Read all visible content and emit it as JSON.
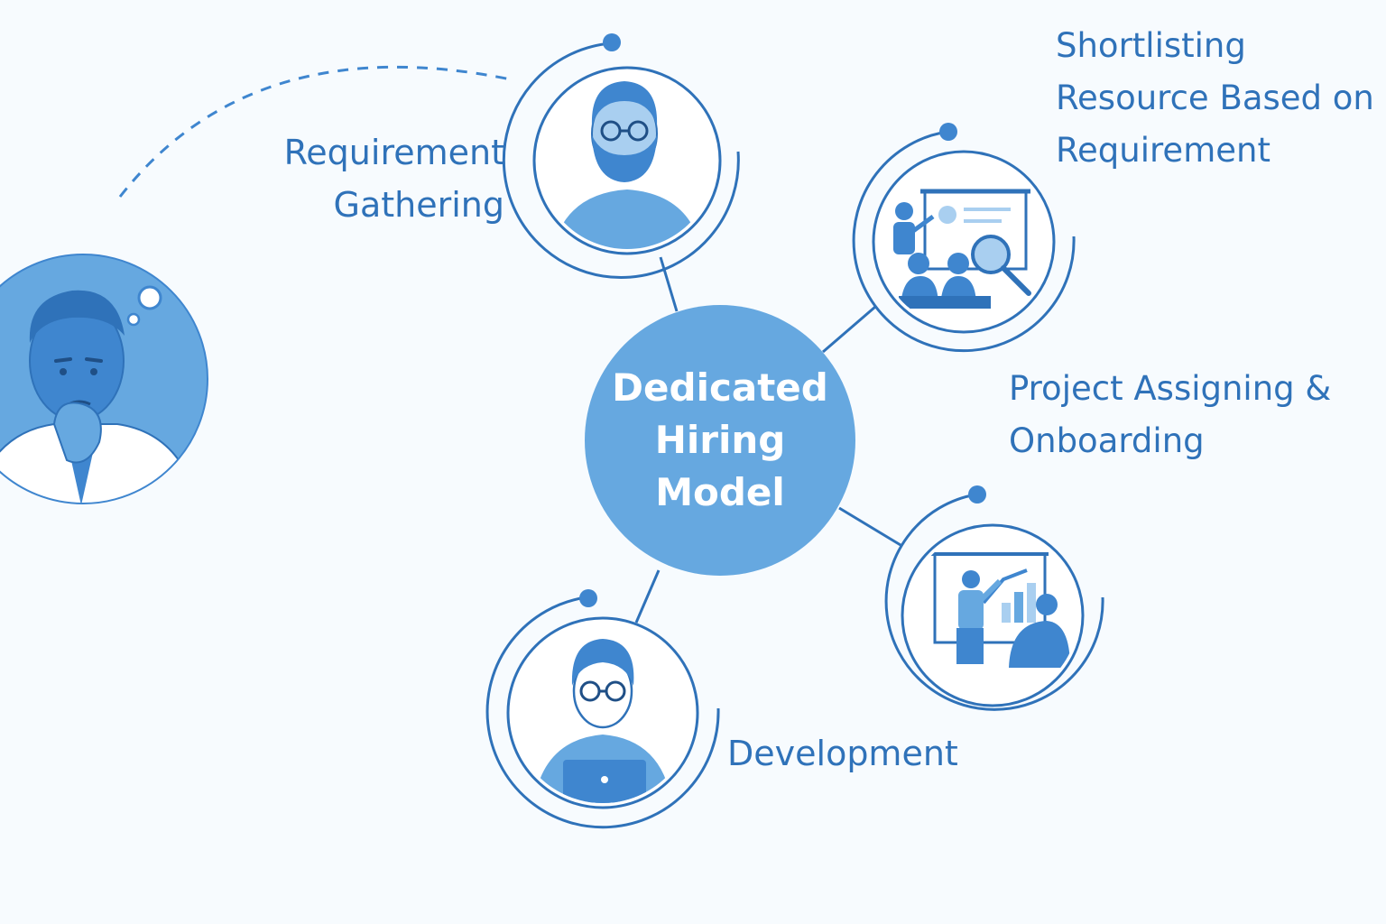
{
  "center": {
    "line1": "Dedicated",
    "line2": "Hiring",
    "line3": "Model"
  },
  "steps": {
    "requirement": {
      "line1": "Requirement",
      "line2": "Gathering"
    },
    "shortlisting": {
      "line1": "Shortlisting",
      "line2": "Resource Based on",
      "line3": "Requirement"
    },
    "onboarding": {
      "line1": "Project Assigning &",
      "line2": "Onboarding"
    },
    "development": {
      "line1": "Development"
    }
  },
  "colors": {
    "background": "#f7fbfe",
    "primary": "#2f72b9",
    "fill": "#66a8e0",
    "fill_dark": "#3f86cf",
    "fill_light": "#a9cff0"
  },
  "icons": [
    "thinking-client-icon",
    "bearded-man-icon",
    "presentation-search-icon",
    "meeting-chart-icon",
    "developer-laptop-icon"
  ]
}
